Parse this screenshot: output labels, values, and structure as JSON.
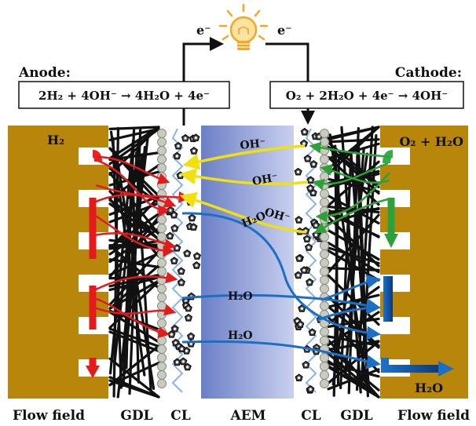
{
  "electron_left": "e⁻",
  "electron_right": "e⁻",
  "anode": {
    "title": "Anode:",
    "equation": "2H₂ + 4OH⁻ → 4H₂O + 4e⁻"
  },
  "cathode": {
    "title": "Cathode:",
    "equation": "O₂ + 2H₂O + 4e⁻ → 4OH⁻"
  },
  "species": {
    "h2_in": "H₂",
    "o2_h2o_in": "O₂ + H₂O",
    "oh_1": "OH⁻",
    "oh_2": "OH⁻",
    "oh_3": "OH⁻",
    "h2o_1": "H₂O",
    "h2o_2": "H₂O",
    "h2o_3": "H₂O",
    "h2o_out": "H₂O"
  },
  "layers": {
    "flow_field_left": "Flow field",
    "gdl_left": "GDL",
    "cl_left": "CL",
    "aem": "AEM",
    "cl_right": "CL",
    "gdl_right": "GDL",
    "flow_field_right": "Flow field"
  },
  "colors": {
    "flow_field": "#b8860b",
    "membrane_dark": "#6b7fc6",
    "membrane_light": "#c9d0ef",
    "hydrogen": "#e31b1b",
    "oxygen": "#2ea03a",
    "hydroxide": "#f0e010",
    "water": "#1c6fc4",
    "water_label": "#5a7fd6",
    "electron_wire": "#111111",
    "bulb": "#f5a623"
  },
  "icons": {
    "bulb": "light-bulb-icon"
  }
}
